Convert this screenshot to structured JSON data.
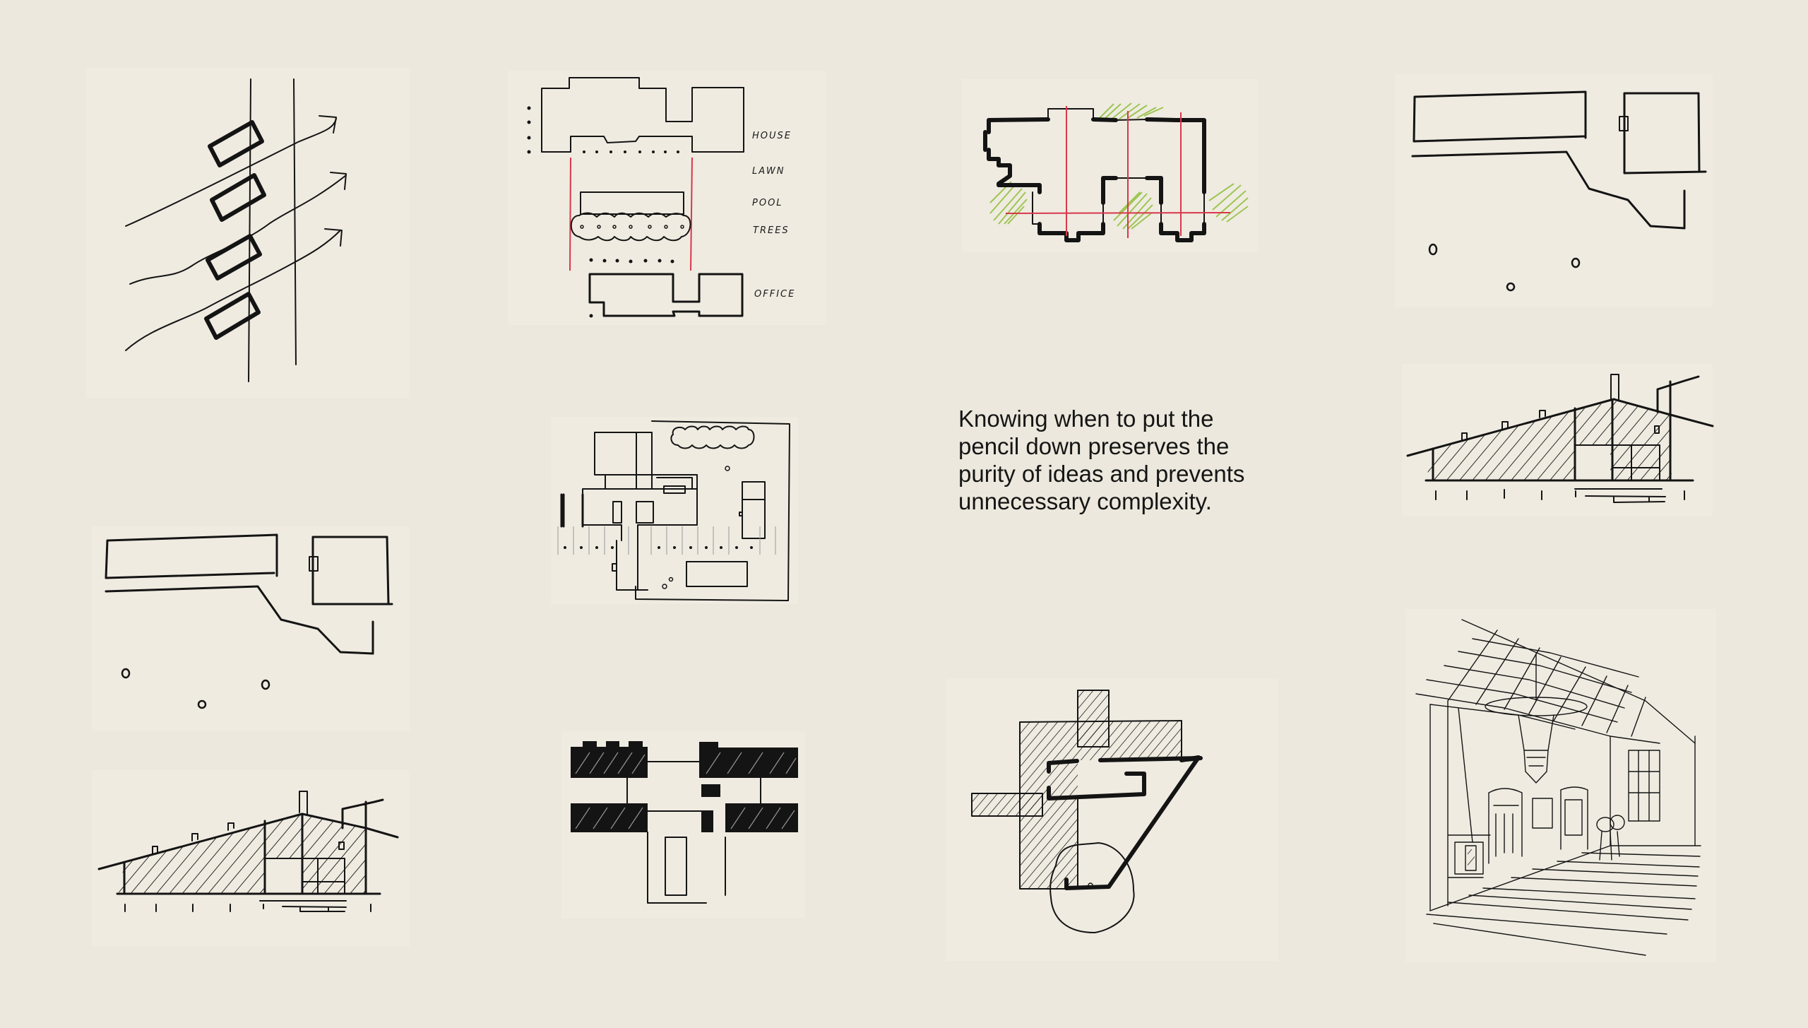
{
  "page": {
    "background": "#ece8dd",
    "panel_background": "#efebe1",
    "ink_color": "#141414",
    "accent_red": "#d8374b",
    "accent_green": "#8fbf3a"
  },
  "quote": {
    "lines": [
      "Knowing when to put the",
      "pencil down preserves the",
      "purity of ideas and prevents",
      "unnecessary complexity."
    ]
  },
  "sketches": [
    {
      "id": "massing-diagram",
      "description": "Four rotated bars along a spine with wind/flow arrows"
    },
    {
      "id": "site-zoning-plan",
      "description": "Site plan with program labels",
      "labels": [
        "HOUSE",
        "LAWN",
        "POOL",
        "TREES",
        "OFFICE"
      ]
    },
    {
      "id": "plan-with-axes",
      "description": "Floor plan outline with red axes and green planting"
    },
    {
      "id": "plan-massing-top-right",
      "description": "Two volumes, stepped path, three trees"
    },
    {
      "id": "elevation-top-right",
      "description": "Hatched sloping-roof elevation"
    },
    {
      "id": "courtyard-plan",
      "description": "Courtyard house plan with tree row and colonnade"
    },
    {
      "id": "plan-massing-left",
      "description": "Two volumes, stepped path, three trees"
    },
    {
      "id": "elevation-left",
      "description": "Hatched sloping-roof elevation"
    },
    {
      "id": "figure-ground-plan",
      "description": "Solid black blocks arranged in a cross pattern"
    },
    {
      "id": "hatched-composition",
      "description": "Hatched rectangles with triangular wall and circle"
    },
    {
      "id": "interior-perspective",
      "description": "Interior perspective with chandelier, doorways and window"
    }
  ]
}
